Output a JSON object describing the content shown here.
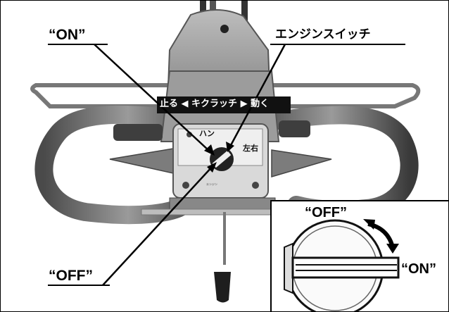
{
  "callouts": {
    "on_top": "“ON”",
    "engine_switch": "エンジンスイッチ",
    "off_bottom": "“OFF”"
  },
  "photo_text": {
    "clutch_label": "止る ◀ キクラッチ ▶ 動く",
    "handle_label": "ハン",
    "left_right": "左右"
  },
  "inset": {
    "off_label": "“OFF”",
    "on_label": "“ON”"
  }
}
